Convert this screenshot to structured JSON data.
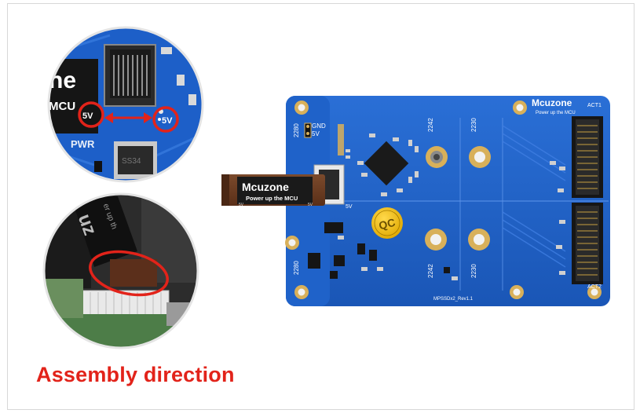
{
  "caption": "Assembly direction",
  "brand": {
    "logo_text": "Mcuzone",
    "tagline": "Power up the MCU"
  },
  "top_inset": {
    "logo_fragment": "ne",
    "mcu_fragment": "MCU",
    "left_label": "5V",
    "right_label": "5V",
    "pwr_label": "PWR",
    "chip_label": "SS34"
  },
  "bottom_inset": {
    "cable_fragment": "uz",
    "cable_tagline_fragment": "er up th"
  },
  "board": {
    "header_label_gnd": "GND",
    "header_label_5v": "5V",
    "size_2280_top": "2280",
    "size_2242_top": "2242",
    "size_2230_top": "2230",
    "size_2280_bottom": "2280",
    "size_2242_bottom": "2242",
    "size_2230_bottom": "2230",
    "connector_label": "5V",
    "cable_small_left": "5V",
    "cable_small_right": "5V",
    "qc_sticker": "QC",
    "act1": "ACT1",
    "act2": "ACT2",
    "revision": "MPSSDx2_Rev1.1"
  },
  "colors": {
    "board_blue": "#1c5fc4",
    "caption_red": "#e2231a",
    "gold_pad": "#d8b05a",
    "flex_cable": "#6a3a22"
  }
}
